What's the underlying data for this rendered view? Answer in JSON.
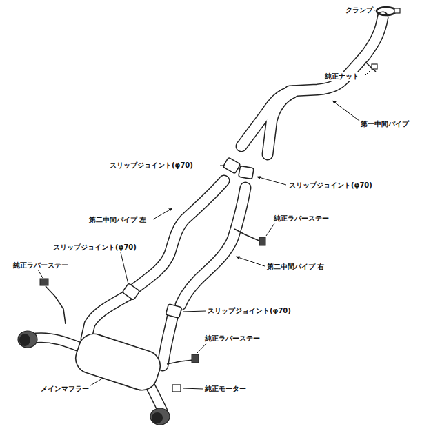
{
  "diagram": {
    "labels": [
      "クランプ",
      "純正ナット",
      "第一中間パイプ",
      "スリップジョイント(φ70)",
      "スリップジョイント(φ70)",
      "第二中間パイプ 左",
      "純正ラバーステー",
      "スリップジョイント(φ70)",
      "純正ラバーステー",
      "第二中間パイプ 右",
      "スリップジョイント(φ70)",
      "純正ラバーステー",
      "メインマフラー",
      "純正モーター"
    ]
  }
}
